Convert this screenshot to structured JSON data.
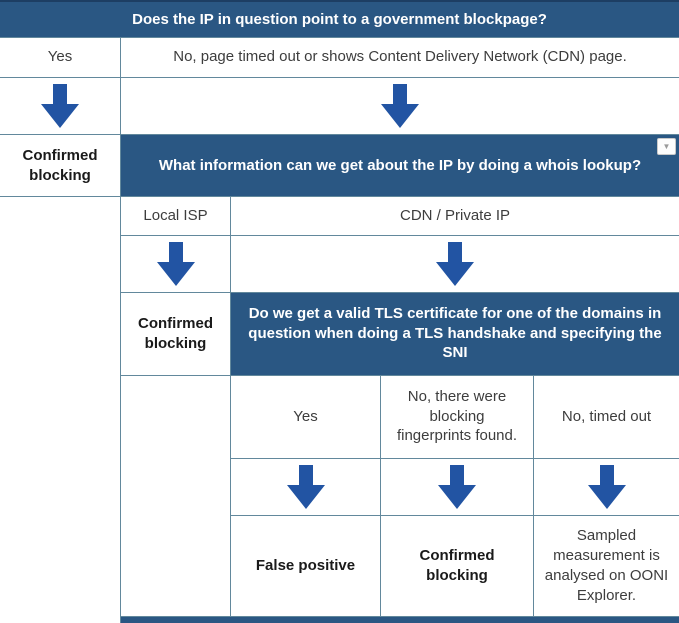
{
  "colors": {
    "header_bg": "#2a5783",
    "arrow": "#2254a3",
    "border": "#62889c",
    "top_edge": "#1d3e63"
  },
  "icons": {
    "dropdown": "▼"
  },
  "flowchart": {
    "q1": "Does the IP in question point to a government blockpage?",
    "q1_answer_yes": "Yes",
    "q1_answer_no": "No, page timed out or shows Content Delivery Network (CDN) page.",
    "outcome_confirmed_1": "Confirmed blocking",
    "q2": "What information can we get about the IP by doing a whois lookup?",
    "q2_answer_local_isp": "Local ISP",
    "q2_answer_cdn": "CDN / Private IP",
    "outcome_confirmed_2": "Confirmed blocking",
    "q3": "Do we get a valid TLS certificate for one of the domains in question when doing a TLS handshake and specifying the SNI",
    "q3_answer_yes": "Yes",
    "q3_answer_fingerprints": "No, there were blocking fingerprints found.",
    "q3_answer_timeout": "No, timed out",
    "outcome_false_positive": "False positive",
    "outcome_confirmed_3": "Confirmed blocking",
    "outcome_sampled": "Sampled measurement is analysed on OONI Explorer."
  }
}
